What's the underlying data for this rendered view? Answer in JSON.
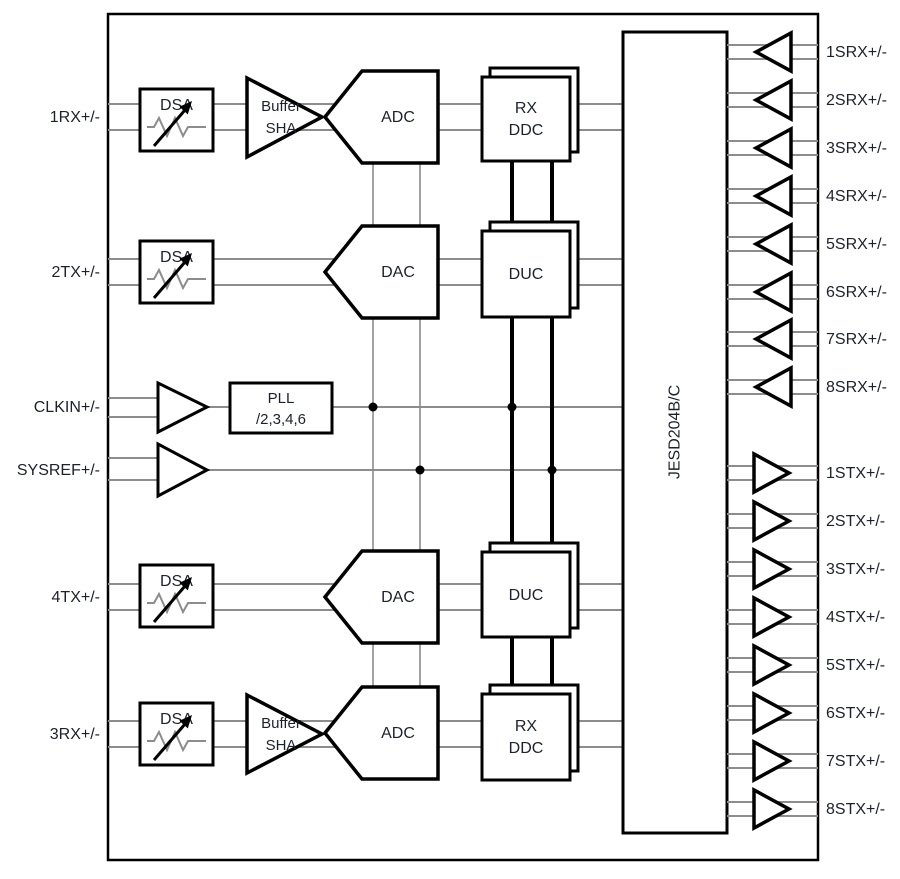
{
  "colors": {
    "outline": "#000000",
    "wire": "#8c8c8c",
    "text": "#1d212b",
    "background": "#ffffff"
  },
  "blocks": {
    "dsa": "DSA",
    "buffer_line1": "Buffer",
    "buffer_line2": "SHA",
    "adc": "ADC",
    "dac": "DAC",
    "rx_ddc_line1": "RX",
    "rx_ddc_line2": "DDC",
    "duc": "DUC",
    "pll_line1": "PLL",
    "pll_line2": "/2,3,4,6",
    "jesd": "JESD204B/C"
  },
  "left_ports": [
    {
      "label": "1RX+/-"
    },
    {
      "label": "2TX+/-"
    },
    {
      "label": "CLKIN+/-"
    },
    {
      "label": "SYSREF+/-"
    },
    {
      "label": "4TX+/-"
    },
    {
      "label": "3RX+/-"
    }
  ],
  "right_ports": {
    "srx": [
      "1SRX+/-",
      "2SRX+/-",
      "3SRX+/-",
      "4SRX+/-",
      "5SRX+/-",
      "6SRX+/-",
      "7SRX+/-",
      "8SRX+/-"
    ],
    "stx": [
      "1STX+/-",
      "2STX+/-",
      "3STX+/-",
      "4STX+/-",
      "5STX+/-",
      "6STX+/-",
      "7STX+/-",
      "8STX+/-"
    ]
  }
}
